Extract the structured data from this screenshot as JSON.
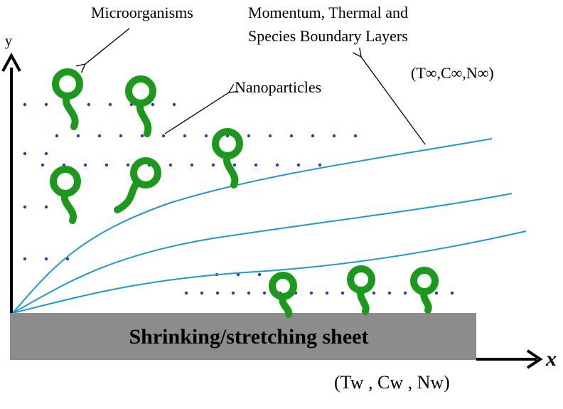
{
  "labels": {
    "microorganisms": "Microorganisms",
    "boundary_line1": "Momentum, Thermal and",
    "boundary_line2": "Species Boundary Layers",
    "nanoparticles": "Nanoparticles",
    "free_stream": "(T∞,C∞,N∞)",
    "sheet": "Shrinking/stretching sheet",
    "wall": "(Tw , Cw , Nw)",
    "y_axis": "y",
    "x_axis": "x"
  },
  "colors": {
    "microorganism": "#1a9a1a",
    "nanoparticle": "#1f3fbf",
    "boundary_curve": "#1a9ad8",
    "sheet_fill": "#8c8c8c",
    "axis": "#000000"
  }
}
